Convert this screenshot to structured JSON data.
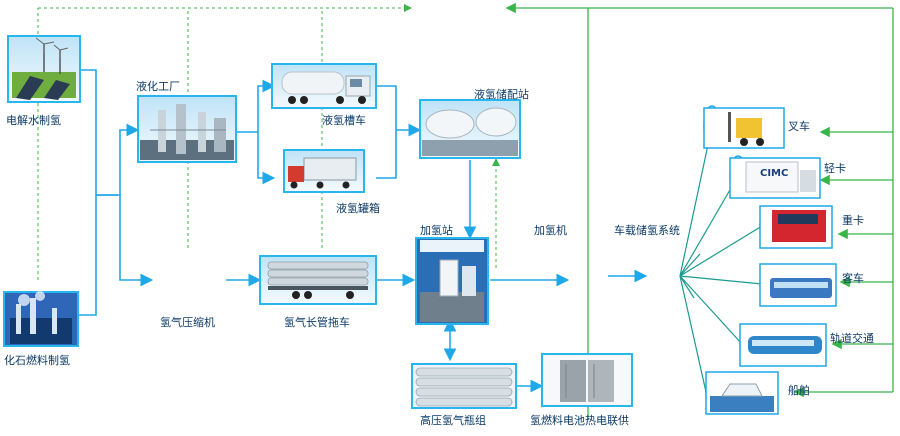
{
  "colors": {
    "blue": "#1fa8e8",
    "green": "#3bb54a",
    "teal": "#1a9b8f",
    "label": "#0b3a66"
  },
  "nodes": {
    "electrolysis": "电解水制氢",
    "fossil": "化石燃料制氢",
    "liquefaction": "液化工厂",
    "lh2_tanker": "液氢槽车",
    "lh2_container": "液氢罐箱",
    "lh2_depot": "液氢储配站",
    "compressor": "氢气压缩机",
    "tube_trailer": "氢气长管拖车",
    "station": "加氢站",
    "dispenser": "加氢机",
    "onboard": "车载储氢系统",
    "hp_bank": "高压氢气瓶组",
    "fuel_cell_chp": "氢燃料电池热电联供"
  },
  "vehicles": {
    "forklift": "叉车",
    "light_truck": "轻卡",
    "heavy_truck": "重卡",
    "bus": "客车",
    "rail": "轨道交通",
    "ship": "船舶"
  },
  "truck_logo": "CIMC"
}
